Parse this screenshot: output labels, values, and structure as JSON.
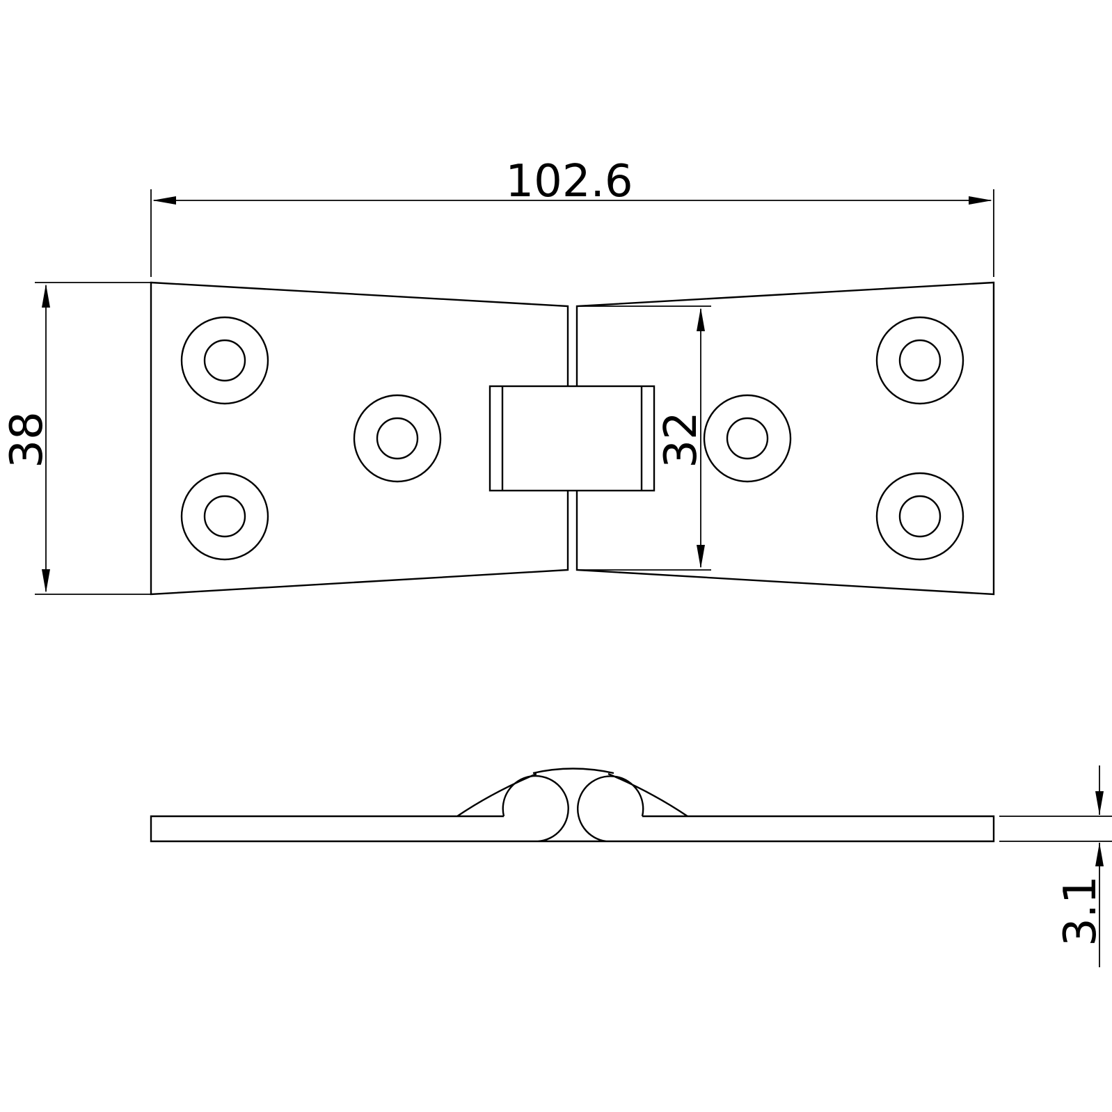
{
  "drawing": {
    "dimensions": {
      "overall_length": "102.6",
      "leaf_height": "38",
      "knuckle_height": "32",
      "thickness": "3.1"
    },
    "colors": {
      "line": "#000000",
      "background": "#ffffff"
    }
  }
}
